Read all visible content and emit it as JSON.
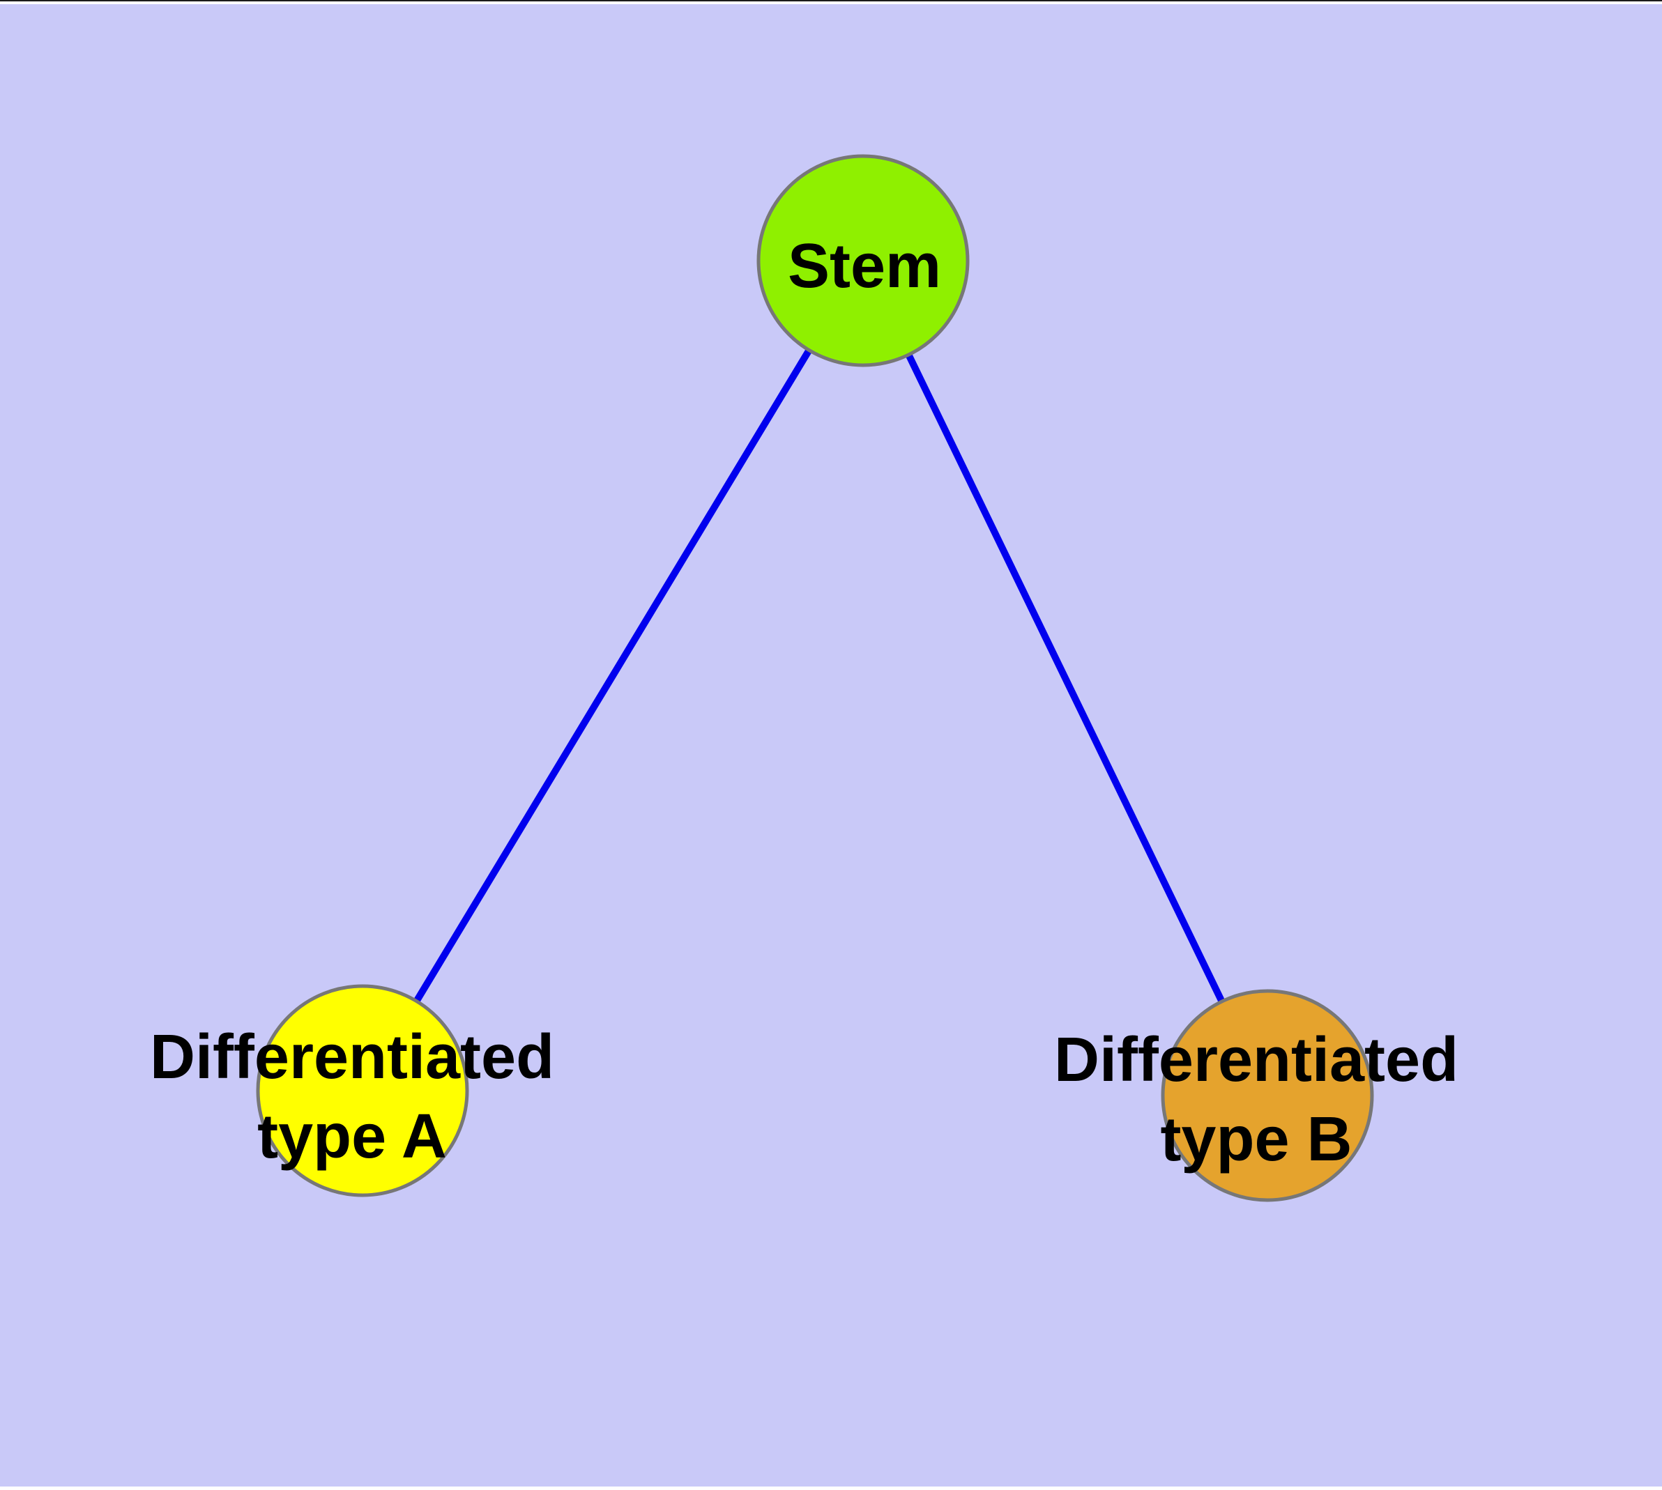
{
  "figure": {
    "type": "node-link-diagram",
    "background_color": "#c9c9f8",
    "edge_color": "#0000ee",
    "node_border_color": "#777777",
    "text_color": "#000000",
    "nodes": [
      {
        "id": "stem",
        "label": "Stem",
        "fill": "#8ff000"
      },
      {
        "id": "type_a",
        "label": "Differentiated\ntype A",
        "fill": "#ffff00"
      },
      {
        "id": "type_b",
        "label": "Differentiated\ntype B",
        "fill": "#e5a32d"
      }
    ],
    "edges": [
      {
        "from": "stem",
        "to": "type_a"
      },
      {
        "from": "stem",
        "to": "type_b"
      }
    ]
  }
}
